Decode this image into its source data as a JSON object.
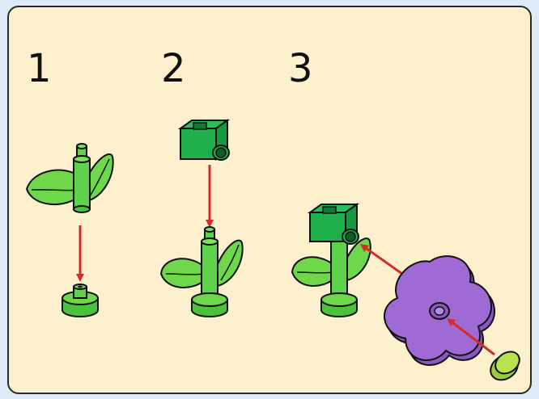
{
  "steps": [
    {
      "number": "1"
    },
    {
      "number": "2"
    },
    {
      "number": "3"
    }
  ],
  "colors": {
    "background": "#fdf1cd",
    "page": "#dcebf7",
    "stem_green": "#5ed24a",
    "leaf_green": "#6ed84a",
    "block_green": "#1fb04e",
    "flower_purple": "#9f6ad4",
    "stud_yellow_green": "#b9e24e",
    "arrow_red": "#d52b2b"
  }
}
